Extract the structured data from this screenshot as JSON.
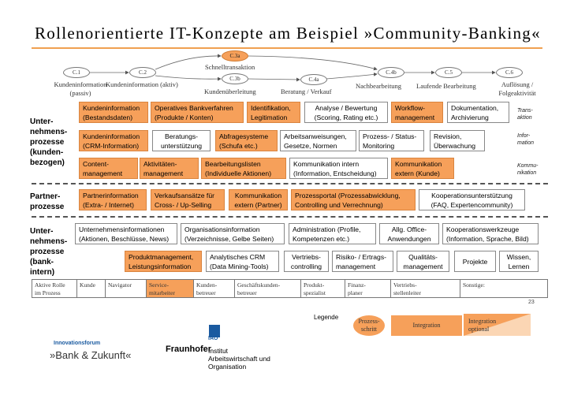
{
  "title": "Rollenorientierte IT-Konzepte am Beispiel »Community-Banking«",
  "process": {
    "nodes": [
      "C.1",
      "C.2",
      "C.3a",
      "C.3b",
      "C.4a",
      "C.4b",
      "C.5",
      "C.6"
    ],
    "top_label": "Schnelltransaktion",
    "stages": [
      "Kundeninformation (passiv)",
      "Kundeninformation (aktiv)",
      "Kundenüberleitung",
      "Beratung / Verkauf",
      "Nachbearbeitung",
      "Laufende Bearbeitung",
      "Auflösung / Folgeaktivität"
    ]
  },
  "sections": {
    "unternehmen": "Unter-\nnehmens-\nprozesse\n(kunden-\nbezogen)",
    "partner": "Partner-\nprozesse",
    "intern": "Unter-\nnehmens-\nprozesse\n(bank-\nintern)"
  },
  "right_labels": [
    "Trans-\naktion",
    "Infor-\nmation",
    "Kommu-\nnikation"
  ],
  "rows": {
    "transaktion": [
      "Kundeninformation\n(Bestandsdaten)",
      "Operatives Bankverfahren\n(Produkte / Konten)",
      "Identifikation,\nLegitimation",
      "Analyse / Bewertung\n(Scoring, Rating etc.)",
      "Workflow-\nmanagement",
      "Dokumentation,\nArchivierung"
    ],
    "information": [
      "Kundeninformation\n(CRM-Information)",
      "Beratungs-\nunterstützung",
      "Abfragesysteme\n(Schufa etc.)",
      "Arbeitsanweisungen,\nGesetze, Normen",
      "Prozess- / Status-\nMonitoring",
      "Revision,\nÜberwachung"
    ],
    "kommunikation": [
      "Content-\nmanagement",
      "Aktivitäten-\nmanagement",
      "Bearbeitungslisten\n(Individuelle Aktionen)",
      "Kommunikation intern\n(Information, Entscheidung)",
      "Kommunikation\nextern (Kunde)"
    ],
    "partner": [
      "Partnerinformation\n(Extra- / Internet)",
      "Verkaufsansätze für\nCross- / Up-Selling",
      "Kommunikation\nextern (Partner)",
      "Prozessportal (Prozessabwicklung,\nControlling und Verrechnung)",
      "Kooperationsunterstützung\n(FAQ, Expertencommunity)"
    ],
    "intern1": [
      "Unternehmensinformationen\n(Aktionen, Beschlüsse, News)",
      "Organisationsinformation\n(Verzeichnisse, Gelbe Seiten)",
      "Administration (Profile,\nKompetenzen etc.)",
      "Allg. Office-\nAnwendungen",
      "Kooperationswerkzeuge\n(Information, Sprache, Bild)"
    ],
    "intern2": [
      "Produktmanagement,\nLeistungsinformation",
      "Analytisches CRM\n(Data Mining-Tools)",
      "Vertriebs-\ncontrolling",
      "Risiko- / Ertrags-\nmanagement",
      "Qualitäts-\nmanagement",
      "Projekte",
      "Wissen,\nLernen"
    ]
  },
  "roles": {
    "label": "Aktive Rolle\nim Prozess",
    "items": [
      "Kunde",
      "Navigator",
      "Service-\nmitarbeiter",
      "Kunden-\nbetreuer",
      "Geschäftskunden-\nbetreuer",
      "Produkt-\nspezialist",
      "Finanz-\nplaner",
      "Vertriebs-\nstellenleiter",
      "Sonstige:"
    ]
  },
  "page_number": "23",
  "legend": {
    "title": "Legende",
    "items": [
      "Prozess-\nschritt",
      "Integration",
      "Integration\noptional"
    ]
  },
  "logos": {
    "bank_line1": "Innovationsforum",
    "bank_line2": "»Bank & Zukunft«",
    "fraunhofer": "Fraunhofer",
    "iao": "IAO",
    "institute": "Institut\nArbeitswirtschaft und\nOrganisation"
  },
  "colors": {
    "accent_orange": "#f6a05a",
    "iao_blue": "#1a5aa0"
  }
}
